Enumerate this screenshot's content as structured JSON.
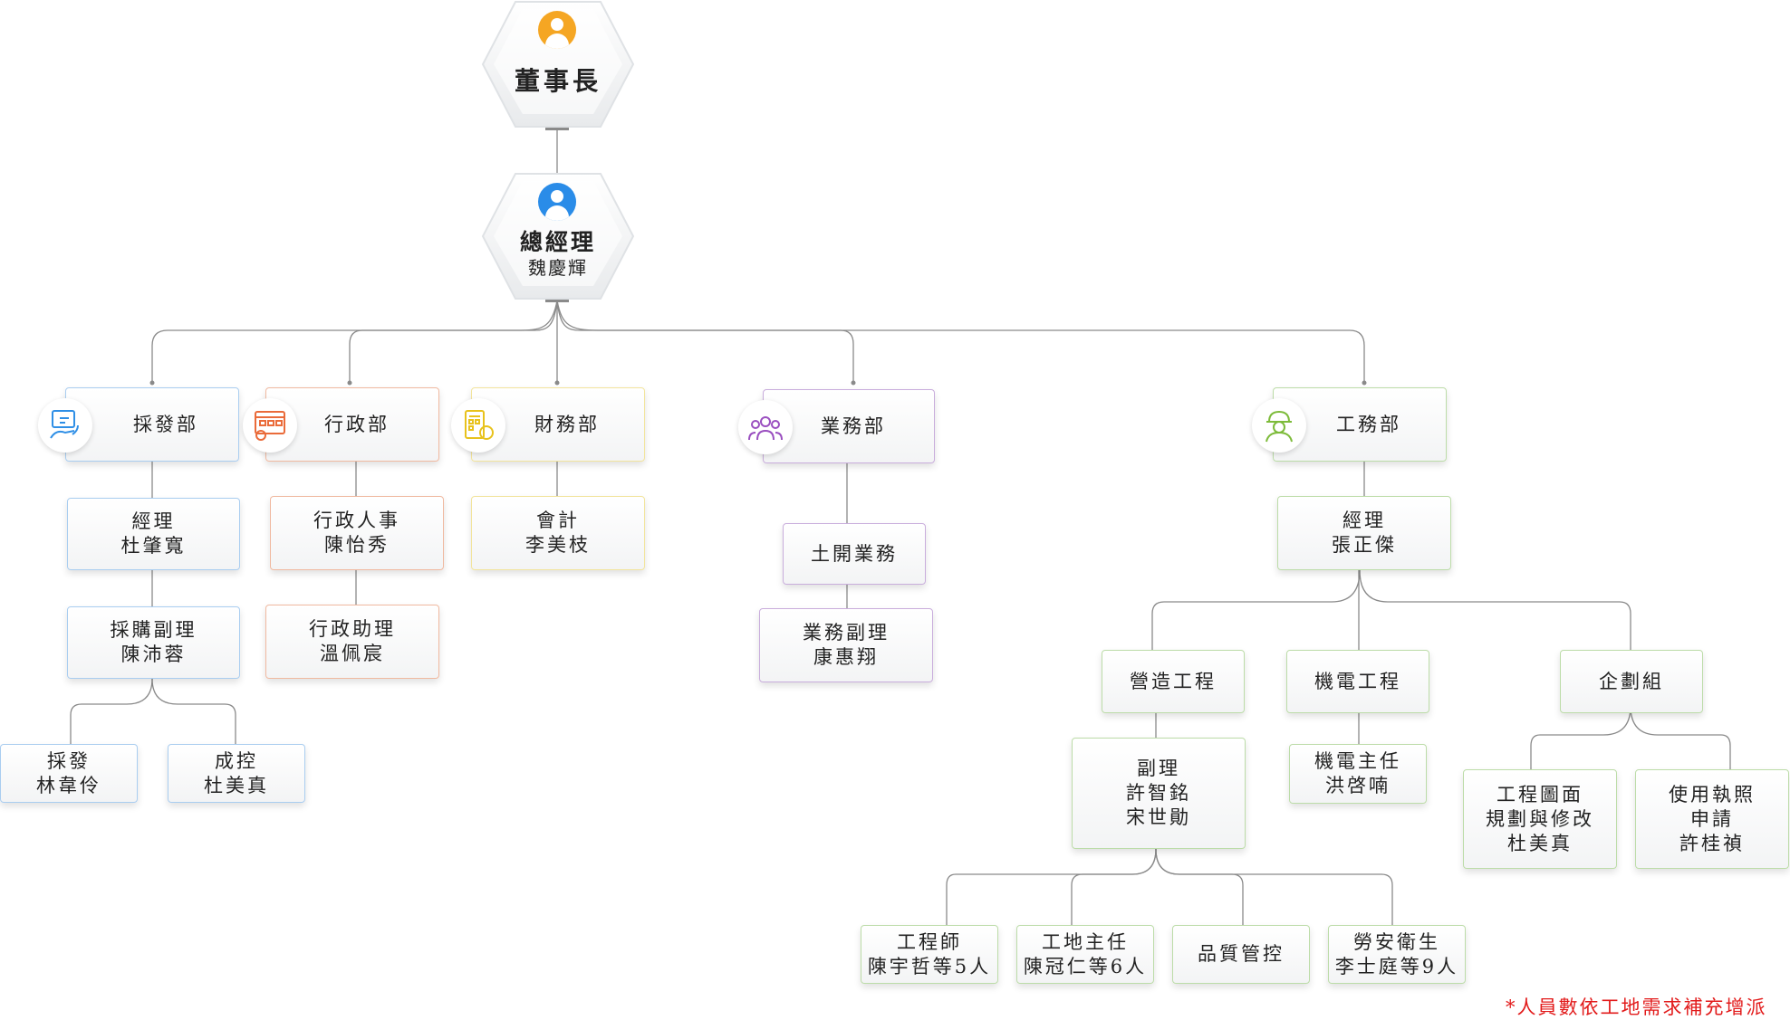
{
  "chairman": {
    "title": "董事長"
  },
  "gm": {
    "title": "總經理",
    "name": "魏慶輝"
  },
  "departments": {
    "procurement": {
      "label": "採發部",
      "manager": [
        "經理",
        "杜肇寬"
      ],
      "deputy": [
        "採購副理",
        "陳沛蓉"
      ],
      "purchasing": [
        "採發",
        "林韋伶"
      ],
      "cost_control": [
        "成控",
        "杜美真"
      ]
    },
    "admin": {
      "label": "行政部",
      "hr": [
        "行政人事",
        "陳怡秀"
      ],
      "assistant": [
        "行政助理",
        "溫佩宸"
      ]
    },
    "finance": {
      "label": "財務部",
      "accounting": [
        "會計",
        "李美枝"
      ]
    },
    "business": {
      "label": "業務部",
      "land_dev": "土開業務",
      "deputy": [
        "業務副理",
        "康惠翔"
      ]
    },
    "engineering": {
      "label": "工務部",
      "manager": [
        "經理",
        "張正傑"
      ],
      "construction": "營造工程",
      "mep": "機電工程",
      "planning": "企劃組",
      "deputy": [
        "副理",
        "許智銘",
        "宋世勛"
      ],
      "mep_supervisor": [
        "機電主任",
        "洪啓喃"
      ],
      "drawing": [
        "工程圖面",
        "規劃與修改",
        "杜美真"
      ],
      "license": [
        "使用執照",
        "申請",
        "許桂禎"
      ],
      "engineer": [
        "工程師",
        "陳宇哲等5人"
      ],
      "site_supervisor": [
        "工地主任",
        "陳冠仁等6人"
      ],
      "quality": "品質管控",
      "safety": [
        "勞安衛生",
        "李士庭等9人"
      ]
    }
  },
  "note": "*人員數依工地需求補充增派",
  "colors": {
    "blue": "#a9cdf0",
    "orange": "#f0b9a0",
    "yellow": "#f2e49c",
    "purple": "#c9addc",
    "green": "#bcdca8",
    "note": "#e21b1b",
    "avatar_chairman": "#f5a623",
    "avatar_gm": "#2a8ce8"
  }
}
